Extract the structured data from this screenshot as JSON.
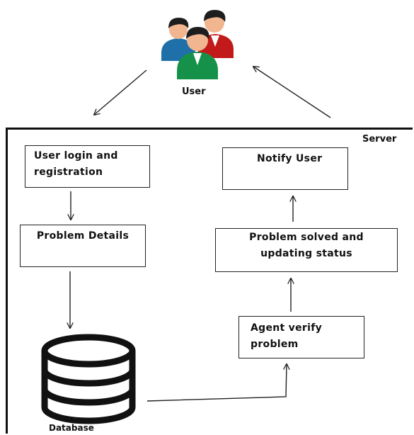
{
  "user": {
    "label": "User",
    "icon": "users-group-icon"
  },
  "server": {
    "label": "Server"
  },
  "boxes": {
    "login": "User login and registration",
    "problem_details": "Problem Details",
    "notify": "Notify User",
    "solved": "Problem  solved and updating status",
    "agent": "Agent verify problem"
  },
  "database": {
    "label": "Database",
    "icon": "database-icon"
  },
  "colors": {
    "person_blue": "#1f6fa8",
    "person_red": "#c21a1a",
    "person_green": "#16914a",
    "skin": "#f1b58f",
    "hair": "#1d1d1d"
  }
}
